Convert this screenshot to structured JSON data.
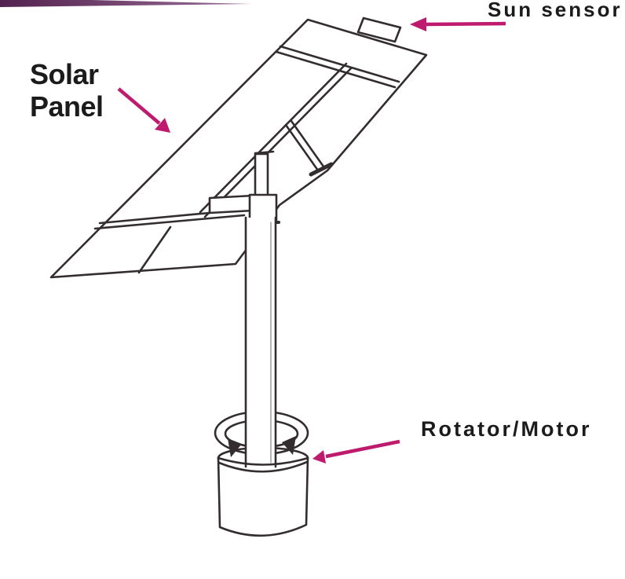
{
  "labels": {
    "sun_sensor": "Sun sensor",
    "solar_panel_line1": "Solar",
    "solar_panel_line2": "Panel",
    "rotator_motor": "Rotator/Motor"
  },
  "colors": {
    "text_color": "#1b1b1b",
    "arrow_color": "#bf1b6e",
    "line_color": "#332d2f",
    "panel_fill": "#ffffff",
    "banner_start": "#53214f",
    "banner_end": "#9b6f99"
  }
}
